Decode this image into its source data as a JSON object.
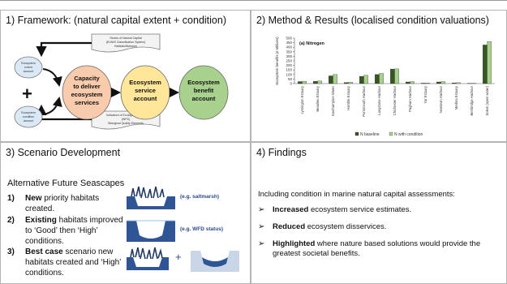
{
  "panel1": {
    "title": "1) Framework: (natural capital extent + condition)",
    "extent_account": "Ecosystem extent account",
    "condition_account": "Ecosystem condition account",
    "stocks_label": "Stocks of Natural Capital (EUNIS Classification System) Habitats/Biotopes",
    "indicators_label": "Indicators of Ecological Status (WFD) Biological Quality Elements",
    "capacity": "Capacity to deliver ecosystem services",
    "service_account": "Ecosystem service account",
    "benefit_account": "Ecosystem benefit account",
    "plus": "+"
  },
  "panel2": {
    "title": "2) Method & Results (localised condition valuations)"
  },
  "chart_data": {
    "type": "bar",
    "title": "(a) Nitrogen",
    "ylabel": "Ecosystem benefits (£ Millions)",
    "ylim": [
      0,
      500
    ],
    "yticks": [
      "0",
      "50",
      "100",
      "150",
      "200",
      "250",
      "300",
      "350",
      "400",
      "450",
      "500"
    ],
    "categories": [
      "Lymington Estuary",
      "Beaulieu Estuary",
      "Southampton Water",
      "Hamble Estuary",
      "Portsmouth Harbour",
      "Langstone Harbour",
      "Chichester Harbour",
      "Pagham Harbour",
      "Yar Estuary",
      "Newtown Harbour",
      "Medina Estuary",
      "Bembridge Harbour",
      "Solent (open water)"
    ],
    "series": [
      {
        "name": "N baseline",
        "color": "#375623",
        "values": [
          22,
          25,
          85,
          12,
          80,
          100,
          160,
          18,
          5,
          18,
          8,
          3,
          425
        ]
      },
      {
        "name": "N with condition",
        "color": "#a9d08e",
        "values": [
          26,
          30,
          100,
          15,
          92,
          112,
          162,
          22,
          6,
          22,
          10,
          4,
          462
        ]
      }
    ],
    "legend_position": "bottom"
  },
  "panel3": {
    "title": "3) Scenario Development",
    "subtitle": "Alternative Future Seascapes",
    "items": [
      {
        "num": "1)",
        "bold": "New",
        "text": " priority habitats created.",
        "eg": "(e.g. saltmarsh)"
      },
      {
        "num": "2)",
        "bold": "Existing",
        "text": " habitats improved to ‘Good’ then ‘High’ conditions.",
        "eg": "(e.g. WFD status)"
      },
      {
        "num": "3)",
        "bold": "Best case",
        "text": " scenario new habitats created and ‘High’ conditions.",
        "eg": ""
      }
    ],
    "plus": "+"
  },
  "panel4": {
    "title": "4) Findings",
    "intro": "Including condition in marine natural capital assessments:",
    "arrow": "➢",
    "findings": [
      {
        "bold": "Increased",
        "text": " ecosystem service estimates."
      },
      {
        "bold": "Reduced",
        "text": " ecosystem disservices."
      },
      {
        "bold": "Highlighted",
        "text": " where nature based solutions would provide the greatest societal benefits."
      }
    ]
  }
}
